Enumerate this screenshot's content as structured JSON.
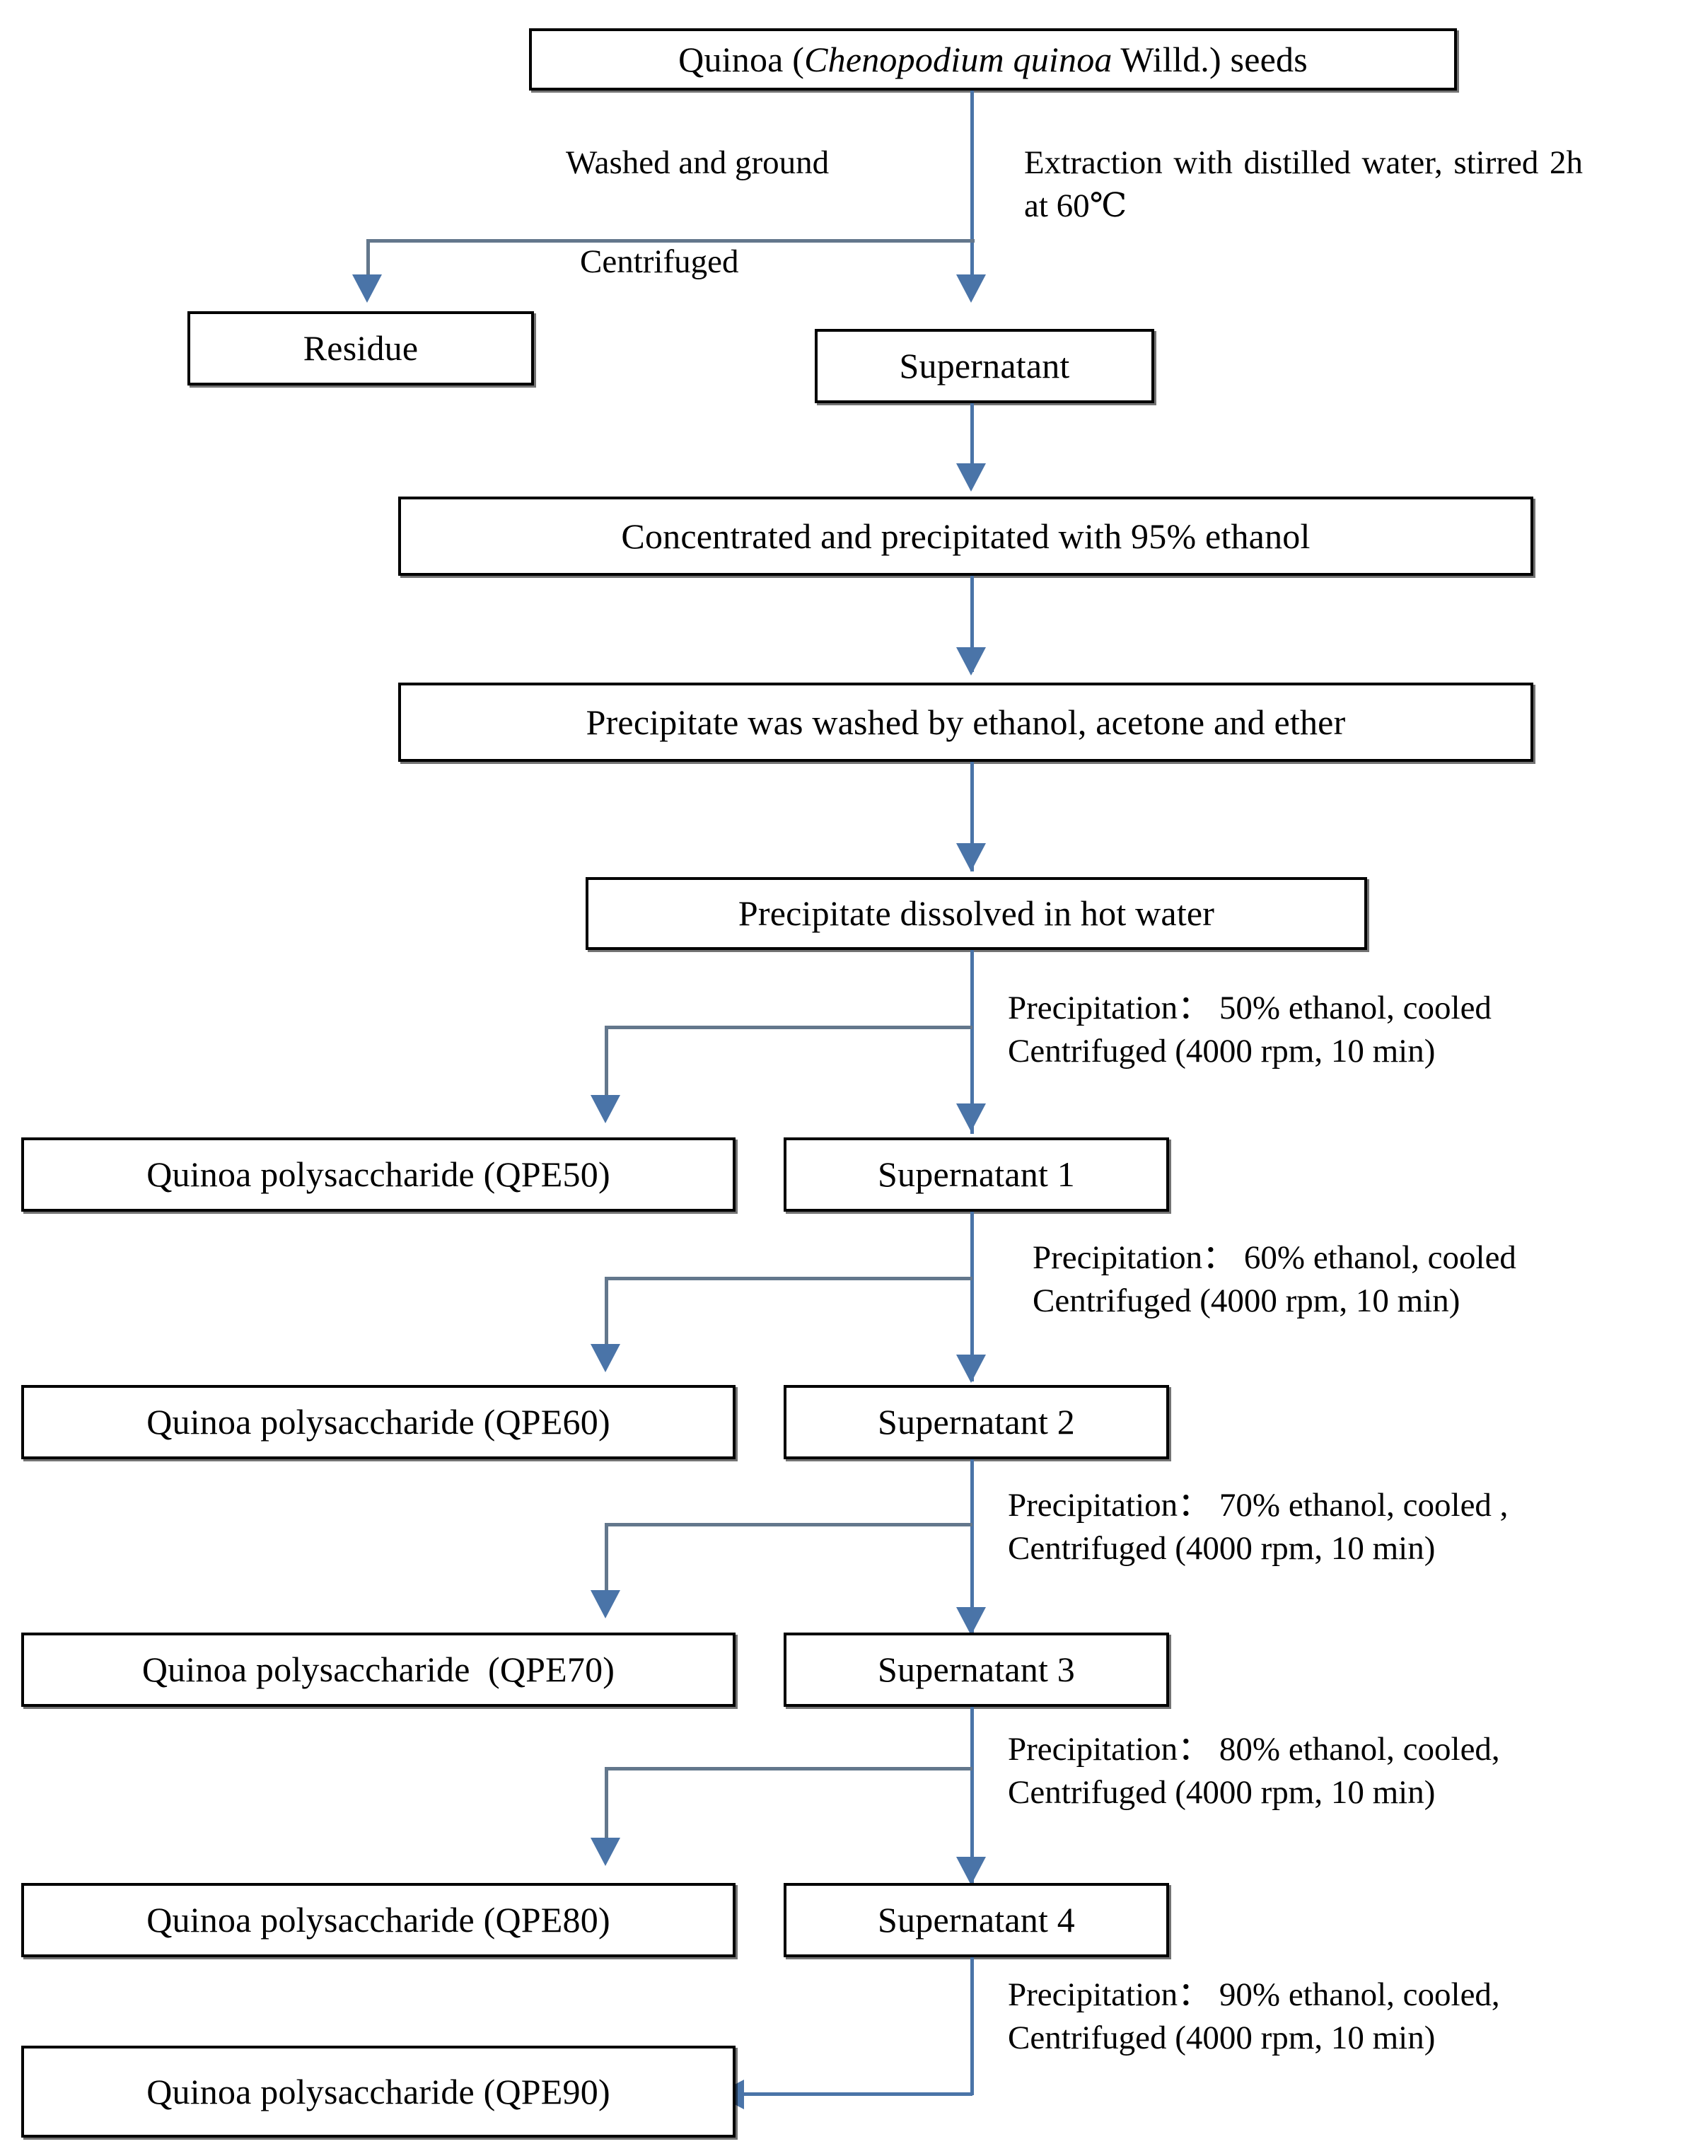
{
  "diagram": {
    "title_box": {
      "prefix": "Quinoa (",
      "italic": "Chenopodium quinoa",
      "suffix": " Willd.) seeds"
    },
    "boxes": {
      "residue": "Residue",
      "supernatant": "Supernatant",
      "concentrated": "Concentrated and precipitated with 95% ethanol",
      "washed": "Precipitate was washed by ethanol, acetone and ether",
      "dissolved": "Precipitate dissolved in hot water",
      "qpe50": "Quinoa polysaccharide (QPE50)",
      "qpe60": "Quinoa polysaccharide (QPE60)",
      "qpe70": "Quinoa polysaccharide  (QPE70)",
      "qpe80": "Quinoa polysaccharide (QPE80)",
      "qpe90": "Quinoa polysaccharide (QPE90)",
      "supernatant1": "Supernatant 1",
      "supernatant2": "Supernatant 2",
      "supernatant3": "Supernatant 3",
      "supernatant4": "Supernatant 4"
    },
    "annotations": {
      "washed_and_ground": "Washed and ground",
      "centrifuged": "Centrifuged",
      "extraction": "Extraction with distilled water, stirred 2h at 60℃",
      "precip50": "Precipitation：  50% ethanol, cooled\nCentrifuged (4000 rpm, 10 min)",
      "precip60": "Precipitation：  60% ethanol, cooled\nCentrifuged (4000 rpm, 10 min)",
      "precip70": "Precipitation：  70% ethanol, cooled ,\nCentrifuged (4000 rpm, 10 min)",
      "precip80": "Precipitation：  80% ethanol, cooled,\nCentrifuged (4000 rpm, 10 min)",
      "precip90": "Precipitation：  90% ethanol, cooled,\nCentrifuged (4000 rpm, 10 min)"
    },
    "colors": {
      "arrow": "#4a74a8",
      "branch_line": "#63778c",
      "box_border": "#000000",
      "background": "#ffffff"
    }
  }
}
